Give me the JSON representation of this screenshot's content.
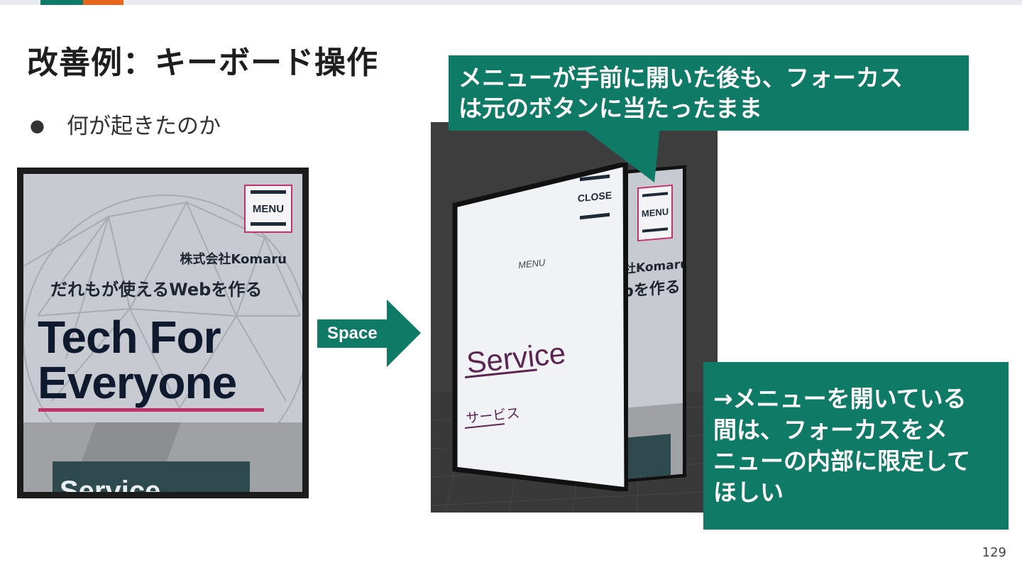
{
  "slide": {
    "title": "改善例：キーボード操作",
    "bullet": "何が起きたのか",
    "page_number": "129"
  },
  "phone_left": {
    "menu_label": "MENU",
    "company": "株式会社Komaru",
    "tagline": "だれもが使えるWebを作る",
    "hero_line1": "Tech For",
    "hero_line2": "Everyone",
    "service_label": "Service"
  },
  "key_arrow": {
    "label": "Space"
  },
  "scene": {
    "close_label": "CLOSE",
    "menu_small": "MENU",
    "service_title": "Service",
    "service_jp": "サービス",
    "back_menu_label": "MENU",
    "back_company": "社Komaru",
    "back_tagline": "bを作る"
  },
  "callouts": {
    "top_line1": "メニューが手前に開いた後も、フォーカス",
    "top_line2": "は元のボタンに当たったまま",
    "bottom_line1": "→メニューを開いている",
    "bottom_line2": "間は、フォーカスをメ",
    "bottom_line3": "ニューの内部に限定して",
    "bottom_line4": "ほしい"
  },
  "colors": {
    "accent_green": "#0f7a66",
    "accent_orange": "#e8631c",
    "focus_pink": "#c2336b",
    "navy": "#0f1a2e"
  }
}
